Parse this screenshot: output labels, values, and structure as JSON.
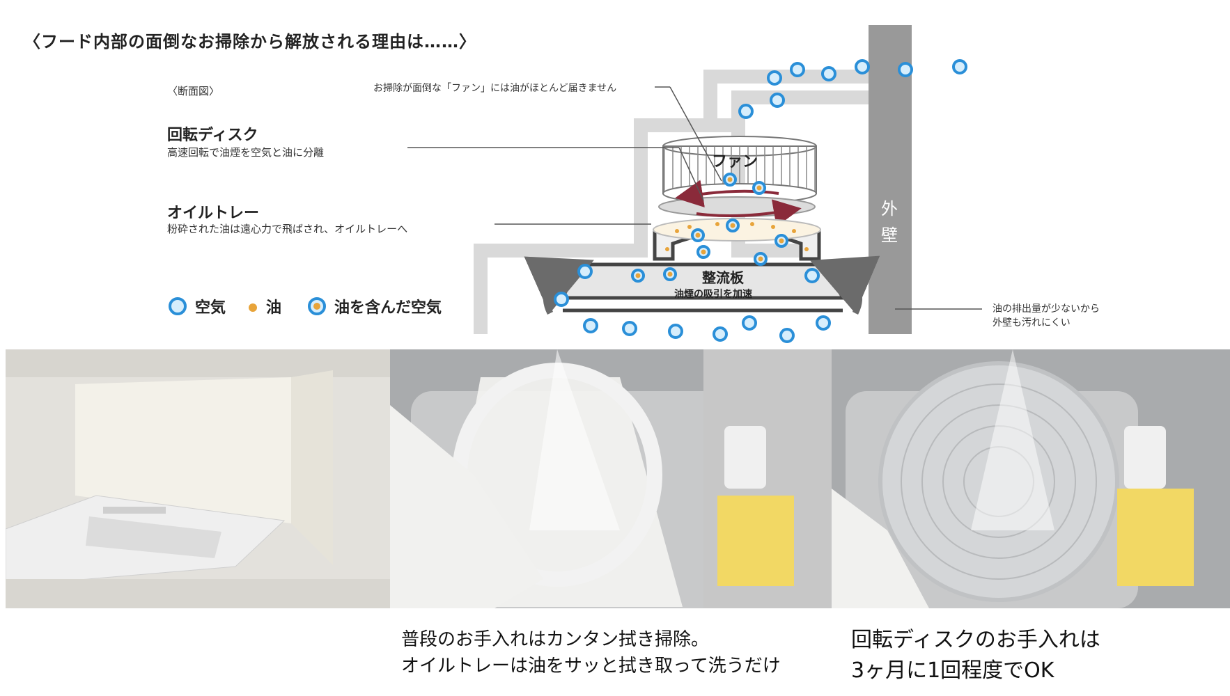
{
  "heading": "〈フード内部の面倒なお掃除から解放される理由は……〉",
  "section_label": "〈断面図〉",
  "fan_note": "お掃除が面倒な「ファン」には油がほとんど届きません",
  "disc": {
    "title": "回転ディスク",
    "desc": "高速回転で油煙を空気と油に分離"
  },
  "tray": {
    "title": "オイルトレー",
    "desc": "粉砕された油は遠心力で飛ばされ、オイルトレーへ"
  },
  "legend": {
    "air": "空気",
    "oil": "油",
    "oily_air": "油を含んだ空気"
  },
  "fan_label": "ファン",
  "plate": {
    "title": "整流板",
    "desc": "油煙の吸引を加速"
  },
  "wall": {
    "label_1": "外",
    "label_2": "壁"
  },
  "wall_note": {
    "line1": "油の排出量が少ないから",
    "line2": "外壁も汚れにくい"
  },
  "caption_center": {
    "line1": "普段のお手入れはカンタン拭き掃除。",
    "line2": "オイルトレーは油をサッと拭き取って洗うだけ"
  },
  "caption_right": {
    "line1": "回転ディスクのお手入れは",
    "line2": "3ヶ月に1回程度でOK"
  },
  "colors": {
    "duct": "#d9d9d9",
    "wall": "#999999",
    "bubble": "#2a8fd8",
    "oil": "#e8a43a",
    "arrow": "#8a2a3a"
  }
}
